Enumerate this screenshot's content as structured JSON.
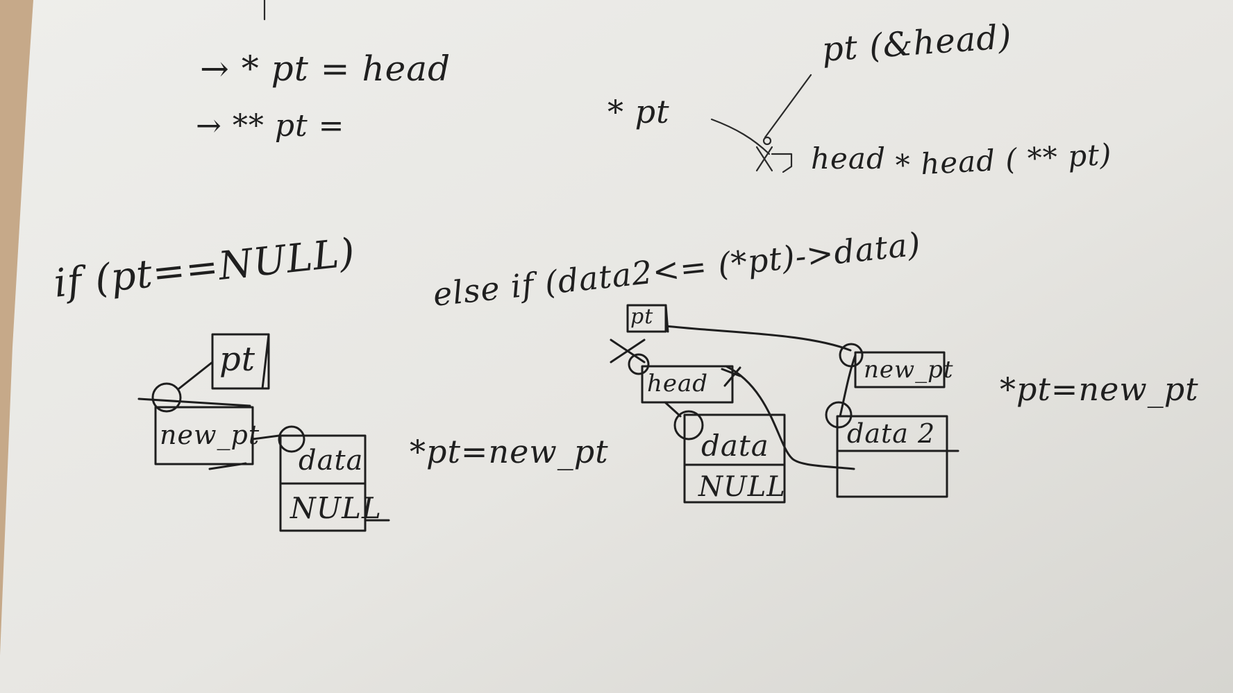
{
  "notes": {
    "ptr_pt": "→ * pt = head",
    "ptr_ptpt": "→ ** pt =",
    "star_pt": "* pt",
    "pt_addr_head": "pt (&head)",
    "head_label": "head",
    "star_head": "* head ( ** pt)"
  },
  "case_null": {
    "condition": "if (pt==NULL)",
    "pt_box": "pt",
    "new_pt_box": "new_pt",
    "data_cell": "data",
    "null_cell": "NULL",
    "assign": "*pt=new_pt"
  },
  "case_else": {
    "condition": "else if (data2<= (*pt)->data)",
    "pt_box": "pt",
    "head_box": "head",
    "data_cell": "data",
    "null_cell": "NULL",
    "new_pt_box": "new_pt",
    "data2_cell": "data 2",
    "assign": "*pt=new_pt"
  },
  "colors": {
    "paper": "#e9e8e4",
    "ink": "#1e1e1e",
    "desk": "#bfbab1"
  }
}
